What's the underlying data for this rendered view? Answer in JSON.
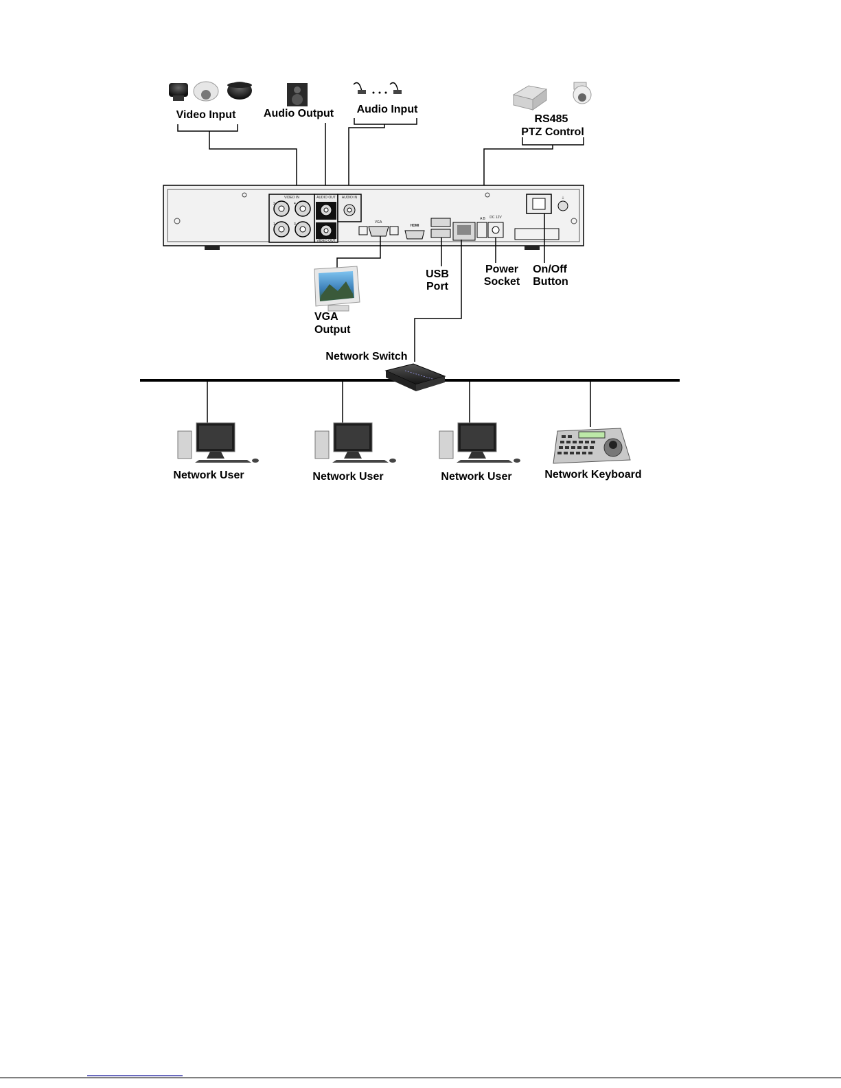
{
  "labels": {
    "video_input": "Video Input",
    "audio_output": "Audio Output",
    "audio_input": "Audio Input",
    "rs485_line1": "RS485",
    "rs485_line2": "PTZ Control",
    "usb_line1": "USB",
    "usb_line2": "Port",
    "power_line1": "Power",
    "power_line2": "Socket",
    "onoff_line1": "On/Off",
    "onoff_line2": "Button",
    "vga_line1": "VGA",
    "vga_line2": "Output",
    "network_switch": "Network Switch",
    "network_user_1": "Network User",
    "network_user_2": "Network User",
    "network_user_3": "Network User",
    "network_keyboard": "Network Keyboard"
  },
  "panel_markings": {
    "video_in": "VIDEO IN",
    "audio_out": "AUDIO OUT",
    "audio_in": "AUDIO IN",
    "video_out": "VIDEO OUT",
    "vga": "VGA",
    "hdmi": "HDMI",
    "ab": "A B",
    "dc": "DC 12V",
    "ch1": "1",
    "ch2": "2",
    "ch3": "3",
    "ch4": "4"
  },
  "icons": {
    "dome_cameras": "camera-icon",
    "speaker": "speaker-icon",
    "microphones": "microphone-icon",
    "ptz": "ptz-camera-icon",
    "monitor": "crt-monitor-icon",
    "switch": "network-switch-icon",
    "computer": "desktop-computer-icon",
    "keyboard": "ptz-keyboard-icon"
  },
  "colors": {
    "device_body": "#f2f2f2",
    "port_fill": "#d8d8d8",
    "line": "#000000"
  }
}
